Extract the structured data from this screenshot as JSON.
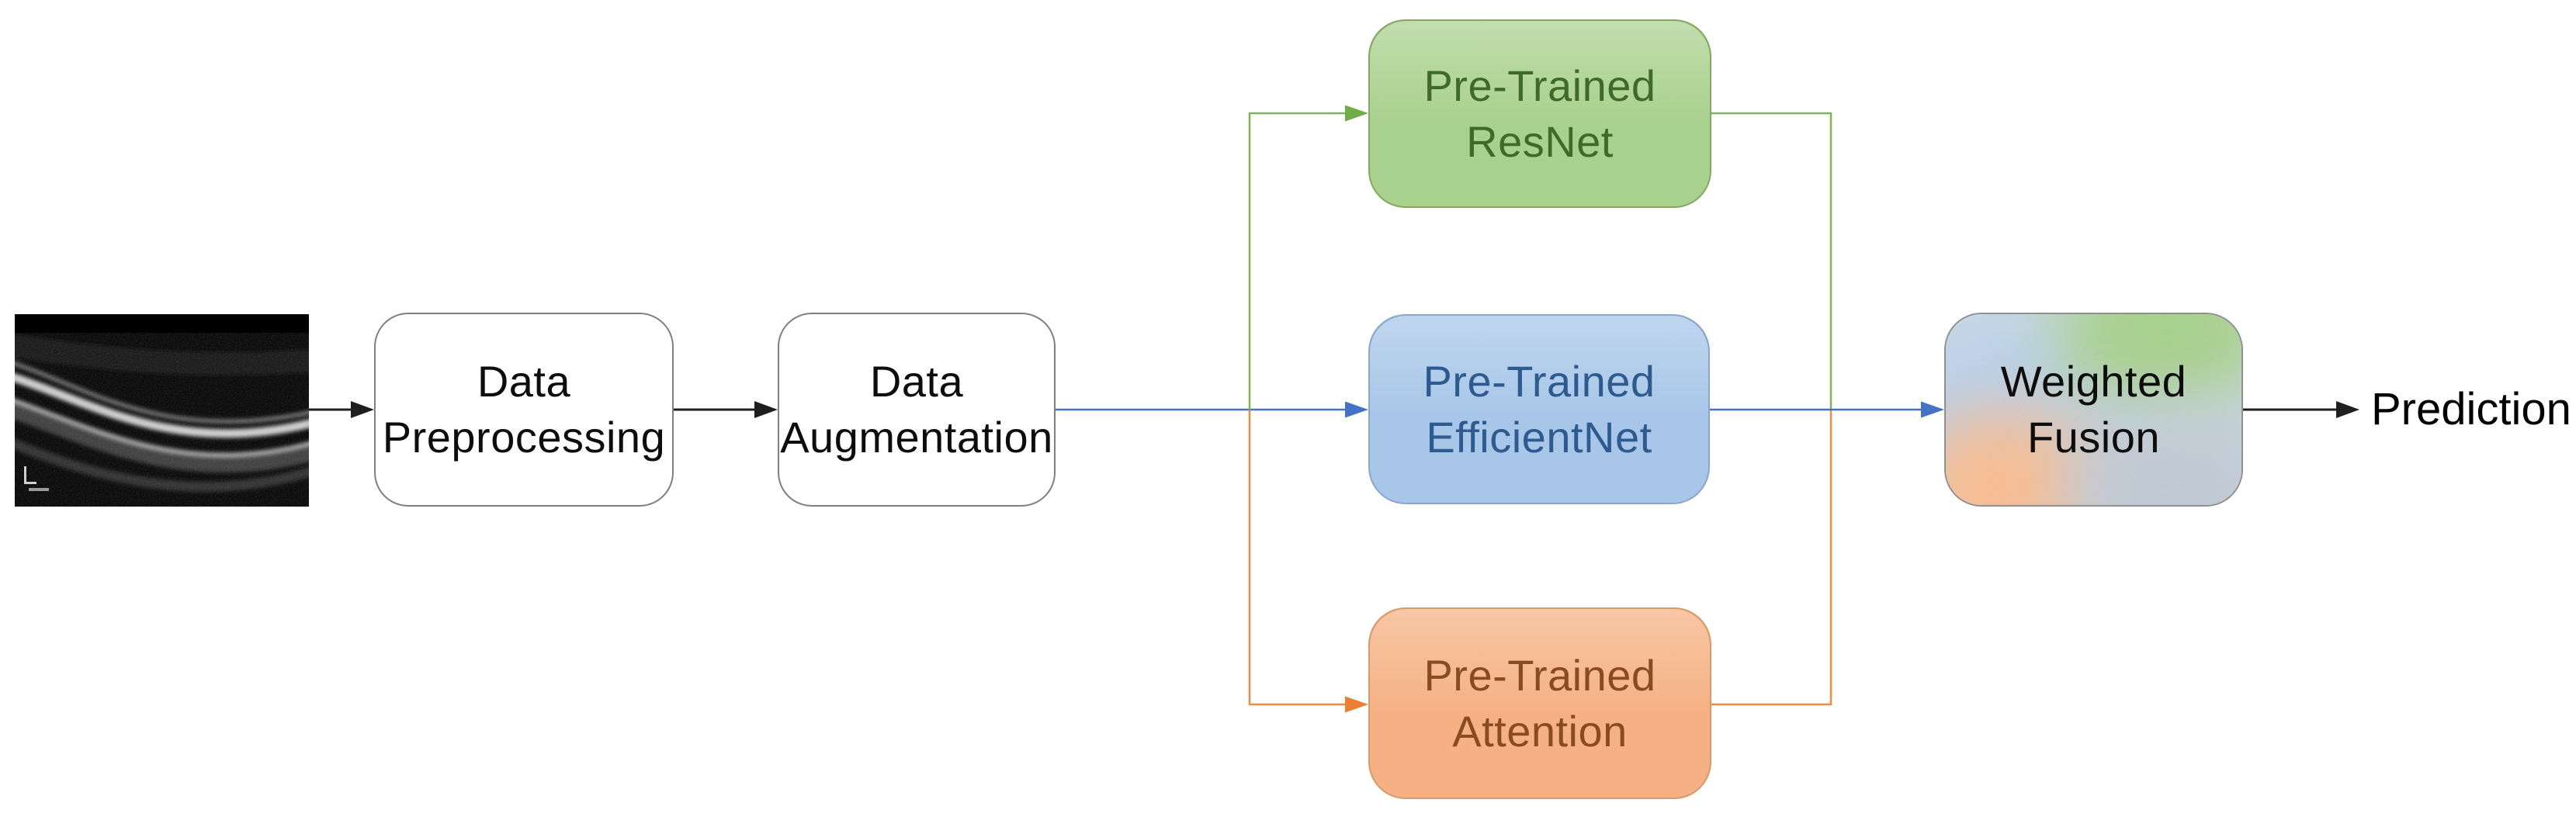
{
  "figure": {
    "background": "#ffffff",
    "input_image": {
      "description": "Grayscale OCT retinal B-scan input image"
    },
    "nodes": {
      "preprocessing": {
        "lines": [
          "Data",
          "Preprocessing"
        ],
        "fill": "#ffffff",
        "border_color": "#7f7f7f",
        "text_color": "#0d0d0d"
      },
      "augmentation": {
        "lines": [
          "Data",
          "Augmentation"
        ],
        "fill": "#ffffff",
        "border_color": "#7f7f7f",
        "text_color": "#0d0d0d"
      },
      "resnet": {
        "lines": [
          "Pre-Trained",
          "ResNet"
        ],
        "fill": "#a9d18e",
        "border_color": "#84a863",
        "text_color": "#3f6b28"
      },
      "efficientnet": {
        "lines": [
          "Pre-Trained",
          "EfficientNet"
        ],
        "fill": "#a7c6e8",
        "border_color": "#8aa7c9",
        "text_color": "#2e5b8f"
      },
      "attention": {
        "lines": [
          "Pre-Trained",
          "Attention"
        ],
        "fill": "#f5b183",
        "border_color": "#d79a6a",
        "text_color": "#8a4a22"
      },
      "fusion": {
        "lines": [
          "Weighted",
          "Fusion"
        ],
        "text_color": "#0d0d0d",
        "border_color": "#8f8f8f",
        "gradient": {
          "base": "#ccd9e2",
          "top_right": "#a8d08d",
          "left": "#b9d1ec",
          "bottom_left": "#f6bd93",
          "bottom_right": "#c0c9d3"
        }
      }
    },
    "output_label": "Prediction",
    "connector_colors": {
      "black": "#1f1f1f",
      "green": "#70ad47",
      "blue": "#4472c4",
      "orange": "#ed7d31"
    }
  }
}
